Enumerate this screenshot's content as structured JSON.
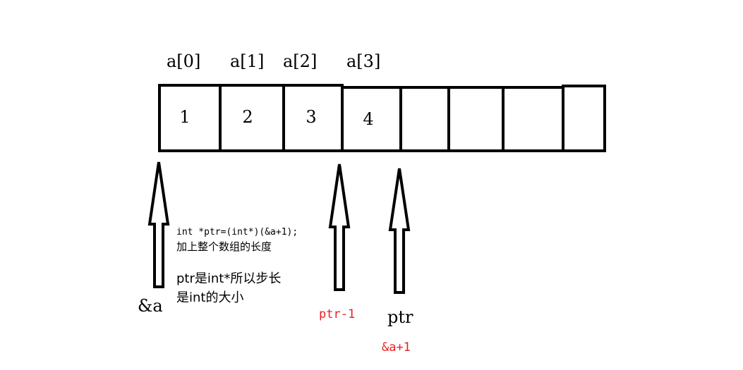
{
  "index_labels": [
    "a[0]",
    "a[1]",
    "a[2]",
    "a[3]"
  ],
  "cells": [
    "1",
    "2",
    "3",
    "4",
    "",
    "",
    "",
    ""
  ],
  "pointers": {
    "addr_a": "&a",
    "ptr_minus_1": "ptr-1",
    "ptr": "ptr",
    "addr_a_plus_1": "&a+1"
  },
  "annotation": {
    "code_line": "int *ptr=(int*)(&a+1);",
    "code_note": "加上整个数组的长度",
    "step_line_1": "ptr是int*所以步长",
    "step_line_2": "是int的大小"
  },
  "colors": {
    "ink": "#000000",
    "highlight": "#ed1c24"
  }
}
